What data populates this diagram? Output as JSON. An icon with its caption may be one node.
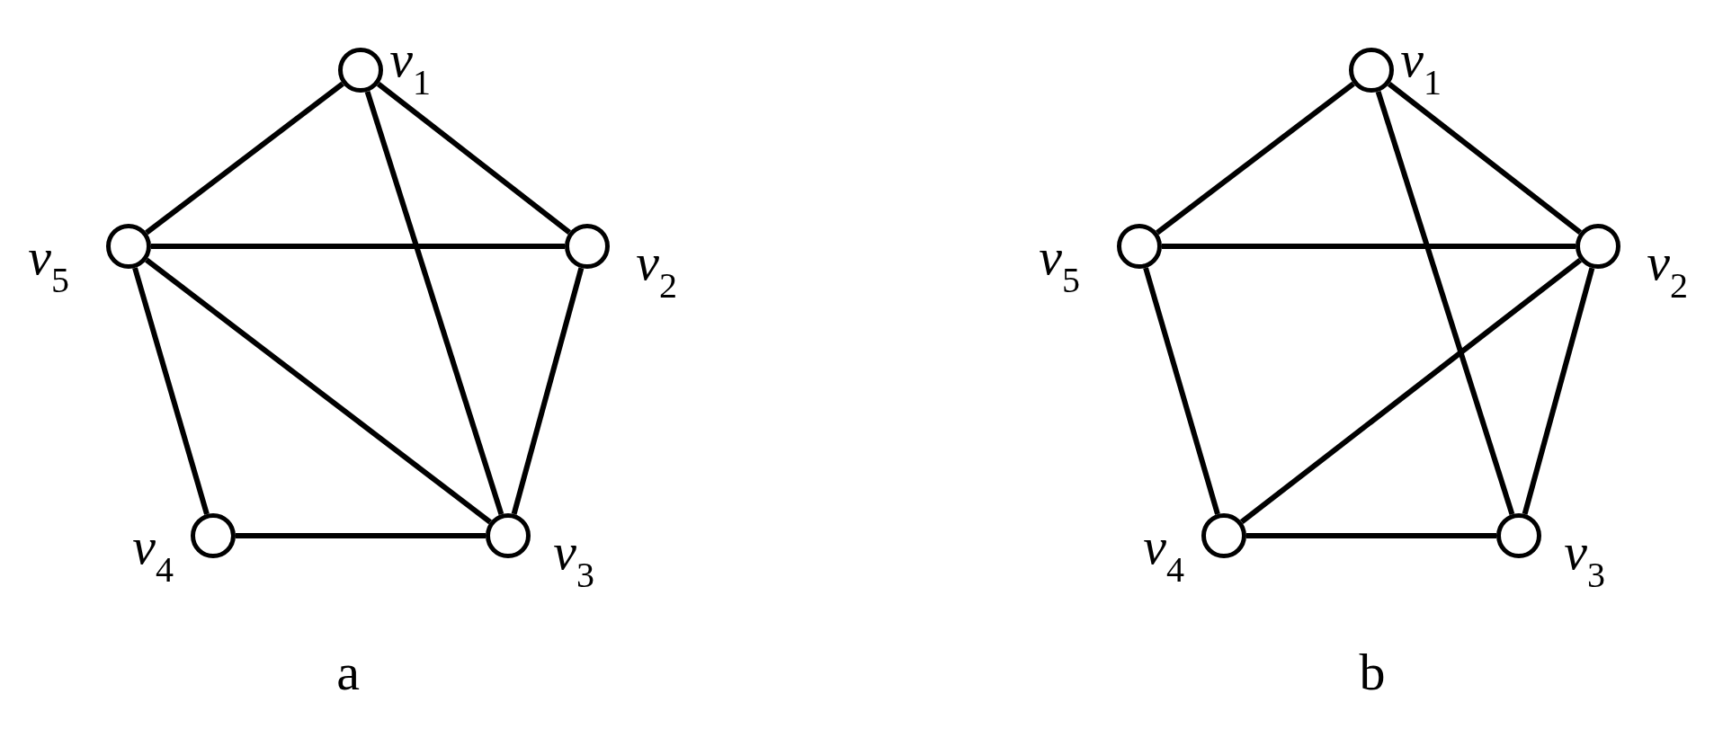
{
  "diagram": {
    "nodes": [
      {
        "text": [],
        "shape": "circle",
        "beside": [
          "*v*$_{1}$"
        ]
      },
      {
        "text": [],
        "shape": "circle",
        "beside": [
          "*v*$_{2}$"
        ]
      },
      {
        "text": [],
        "shape": "circle",
        "beside": [
          "*v*$_{3}$"
        ]
      },
      {
        "text": [],
        "shape": "circle",
        "beside": [
          "*v*$_{4}$"
        ]
      },
      {
        "text": [],
        "shape": "circle",
        "beside": [
          "*v*$_{5}$"
        ]
      },
      {
        "text": [],
        "shape": "circle",
        "beside": [
          "*v*$_{1}$"
        ]
      },
      {
        "text": [],
        "shape": "circle",
        "beside": [
          "*v*$_{2}$"
        ]
      },
      {
        "text": [],
        "shape": "circle",
        "beside": [
          "*v*$_{3}$"
        ]
      },
      {
        "text": [],
        "shape": "circle",
        "beside": [
          "*v*$_{4}$"
        ]
      },
      {
        "text": [],
        "shape": "circle",
        "beside": [
          "*v*$_{5}$"
        ]
      }
    ],
    "edges": [
      {
        "from": 0,
        "to": 4,
        "arrow": "none"
      },
      {
        "from": 0,
        "to": 1,
        "arrow": "none"
      },
      {
        "from": 0,
        "to": 2,
        "arrow": "none"
      },
      {
        "from": 4,
        "to": 1,
        "arrow": "none"
      },
      {
        "from": 4,
        "to": 3,
        "arrow": "none"
      },
      {
        "from": 4,
        "to": 2,
        "arrow": "none"
      },
      {
        "from": 1,
        "to": 2,
        "arrow": "none"
      },
      {
        "from": 3,
        "to": 2,
        "arrow": "none"
      },
      {
        "from": 5,
        "to": 9,
        "arrow": "none"
      },
      {
        "from": 5,
        "to": 6,
        "arrow": "none"
      },
      {
        "from": 5,
        "to": 7,
        "arrow": "none"
      },
      {
        "from": 9,
        "to": 6,
        "arrow": "none"
      },
      {
        "from": 9,
        "to": 8,
        "arrow": "none"
      },
      {
        "from": 6,
        "to": 8,
        "arrow": "none"
      },
      {
        "from": 6,
        "to": 7,
        "arrow": "none"
      },
      {
        "from": 8,
        "to": 7,
        "arrow": "none"
      }
    ],
    "labels": [
      "a",
      "b"
    ]
  }
}
